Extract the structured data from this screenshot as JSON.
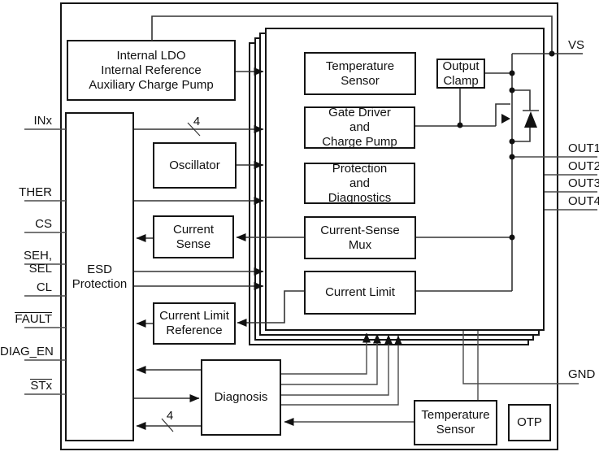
{
  "diagram": {
    "pins_left": [
      {
        "label": "INx"
      },
      {
        "label": "THER"
      },
      {
        "label": "CS"
      },
      {
        "label": "SEH, SEL"
      },
      {
        "label": "CL"
      },
      {
        "label": "FAULT",
        "overline": true
      },
      {
        "label": "DIAG_EN"
      },
      {
        "label": "STx",
        "overline": true
      }
    ],
    "pins_right": [
      "VS",
      "OUT1",
      "OUT2",
      "OUT3",
      "OUT4",
      "GND"
    ],
    "bus_markers": [
      "4",
      "4"
    ],
    "blocks": {
      "ldo": "Internal LDO\nInternal Reference\nAuxiliary Charge Pump",
      "esd": "ESD\nProtection",
      "oscillator": "Oscillator",
      "current_sense": "Current\nSense",
      "current_limit_reference": "Current Limit\nReference",
      "diagnosis": "Diagnosis",
      "temperature_sensor_channel": "Temperature Sensor",
      "gate_driver": "Gate Driver\nand\nCharge Pump",
      "protection_diagnostics": "Protection\nand\nDiagnostics",
      "current_sense_mux": "Current-Sense\nMux",
      "current_limit": "Current Limit",
      "output_clamp": "Output\nClamp",
      "temperature_sensor_global": "Temperature\nSensor",
      "otp": "OTP"
    },
    "colors": {
      "background": "#ffffff",
      "line": "#4a4a4a",
      "block_border": "#141414",
      "text": "#111111"
    }
  }
}
